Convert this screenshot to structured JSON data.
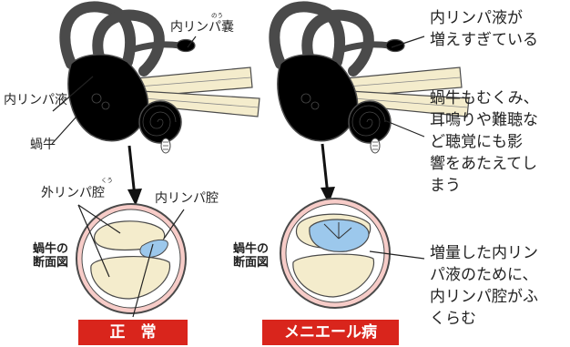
{
  "colors": {
    "membrane_normal": "#f7ccc8",
    "fluid": "#9cc8ec",
    "bone": "#f4eccc",
    "outline": "#4a4a4a",
    "badge": "#d9251c"
  },
  "left_diagram": {
    "label_endolymphatic_sac": "内リンパ嚢",
    "ruby_sac": "のう",
    "label_endolymph": "内リンパ液",
    "label_cochlea": "蝸牛",
    "label_perilymph_space": "外リンパ腔",
    "ruby_space": "くう",
    "label_endolymph_space": "内リンパ腔",
    "cross_section_label": [
      "蝸牛の",
      "断面図"
    ],
    "badge": "正　常"
  },
  "right_diagram": {
    "cross_section_label": [
      "蝸牛の",
      "断面図"
    ],
    "badge": "メニエール病",
    "annotation_1": [
      "内リンパ液が",
      "増えすぎている"
    ],
    "annotation_2": [
      "蝸牛もむくみ、",
      "耳鳴りや難聴な",
      "ど聴覚にも影",
      "響をあたえてし",
      "まう"
    ],
    "annotation_3": [
      "増量した内リン",
      "パ液のために、",
      "内リンパ腔がふ",
      "くらむ"
    ]
  }
}
